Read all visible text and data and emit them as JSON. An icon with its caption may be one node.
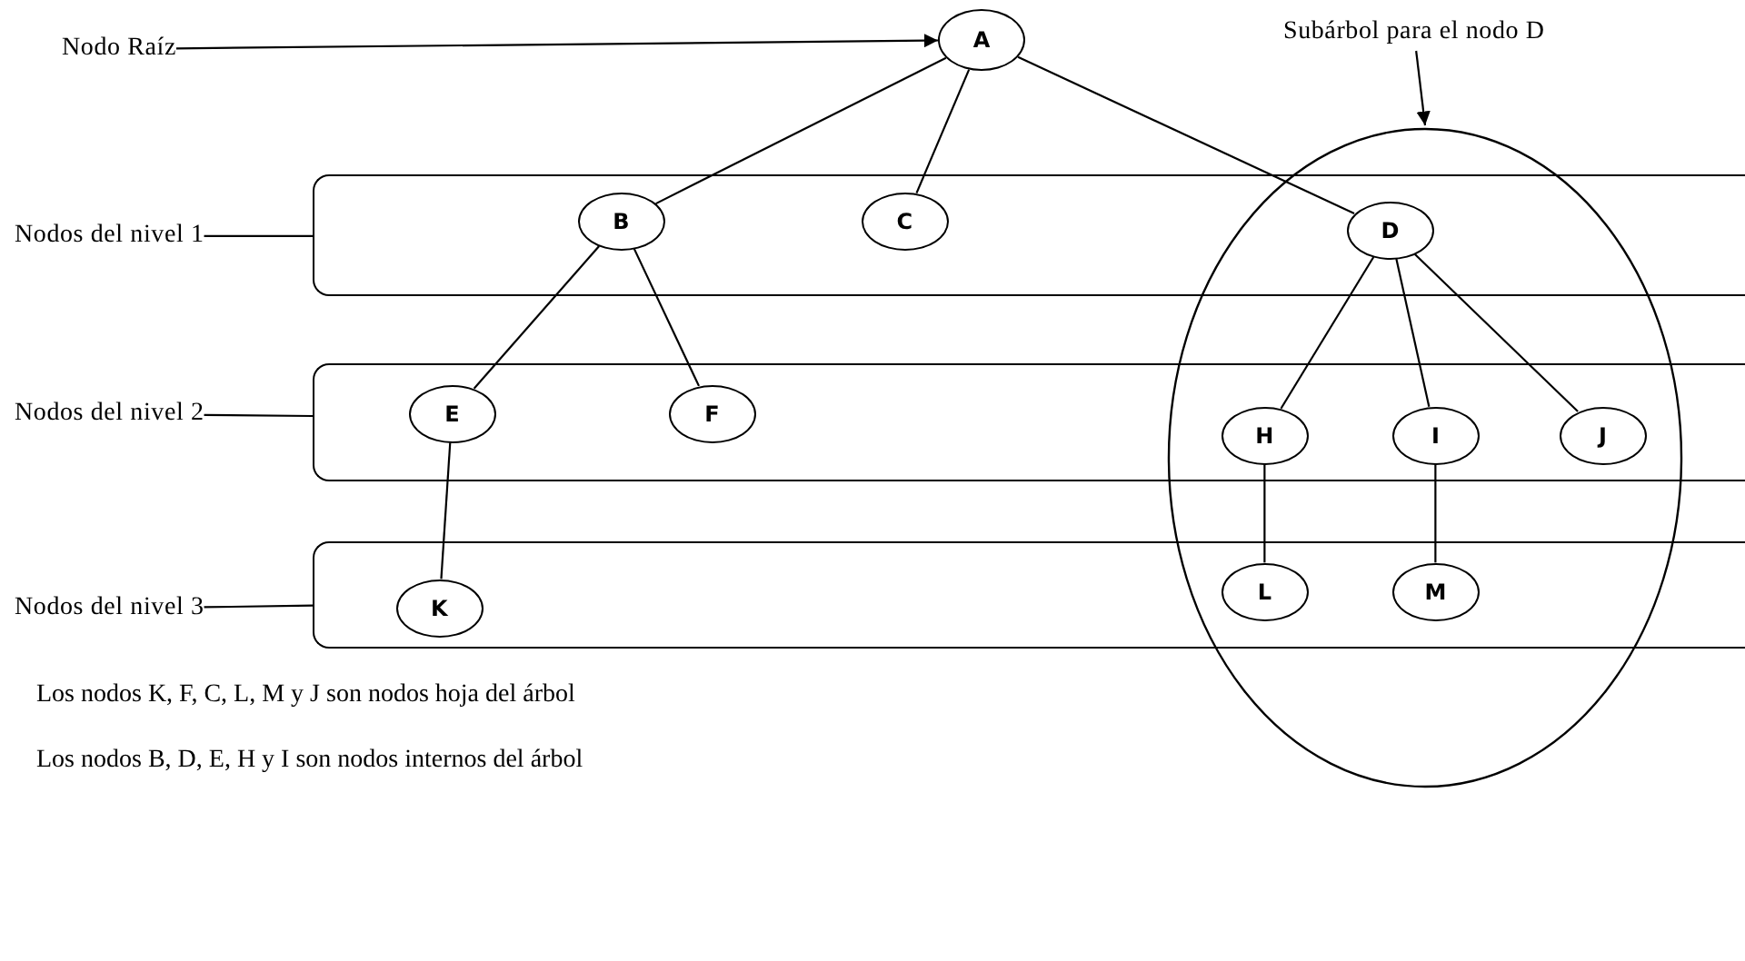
{
  "diagram": {
    "nodes": [
      {
        "text": [
          "Nodo Raíz"
        ]
      },
      {
        "text": [
          "A"
        ]
      },
      {
        "text": [
          "Subárbol para el nodo D"
        ]
      },
      {
        "text": [
          "Nodos del nivel 1"
        ]
      },
      {
        "text": [],
        "shape": "box"
      },
      {
        "text": [
          "B"
        ],
        "in": 4
      },
      {
        "text": [
          "C"
        ],
        "in": 4
      },
      {
        "text": [
          "D"
        ],
        "in": 4
      },
      {
        "text": [
          "Nodos del nivel 2"
        ]
      },
      {
        "text": [],
        "shape": "box"
      },
      {
        "text": [
          "E"
        ],
        "in": 9
      },
      {
        "text": [
          "F"
        ],
        "in": 9
      },
      {
        "text": [
          "H"
        ],
        "in": 9
      },
      {
        "text": [
          "I"
        ],
        "in": 9
      },
      {
        "text": [
          "J"
        ],
        "in": 9
      },
      {
        "text": [
          "Nodos del nivel 3"
        ]
      },
      {
        "text": [],
        "shape": "box"
      },
      {
        "text": [
          "K"
        ],
        "in": 16
      },
      {
        "text": [
          "L"
        ],
        "in": 16
      },
      {
        "text": [
          "M"
        ],
        "in": 16
      }
    ],
    "edges": [
      {
        "from": 0,
        "to": 1,
        "arrow": "to"
      },
      {
        "from": 2,
        "to": null,
        "arrow": "to"
      },
      {
        "from": 3,
        "to": 4,
        "arrow": "none"
      },
      {
        "from": 8,
        "to": 9,
        "arrow": "none"
      },
      {
        "from": 15,
        "to": 16,
        "arrow": "none"
      },
      {
        "from": 1,
        "to": 5,
        "arrow": "none"
      },
      {
        "from": 1,
        "to": 6,
        "arrow": "none"
      },
      {
        "from": 1,
        "to": 7,
        "arrow": "none"
      },
      {
        "from": 5,
        "to": 10,
        "arrow": "none"
      },
      {
        "from": 5,
        "to": 11,
        "arrow": "none"
      },
      {
        "from": 7,
        "to": 12,
        "arrow": "none"
      },
      {
        "from": 7,
        "to": 13,
        "arrow": "none"
      },
      {
        "from": 7,
        "to": 14,
        "arrow": "none"
      },
      {
        "from": 10,
        "to": 17,
        "arrow": "none"
      },
      {
        "from": 12,
        "to": 18,
        "arrow": "none"
      },
      {
        "from": 13,
        "to": 19,
        "arrow": "none"
      }
    ],
    "labels": [
      "Los nodos K, F, C, L, M y J son nodos hoja del árbol",
      "Los nodos B, D, E, H y I son nodos internos del árbol"
    ]
  }
}
